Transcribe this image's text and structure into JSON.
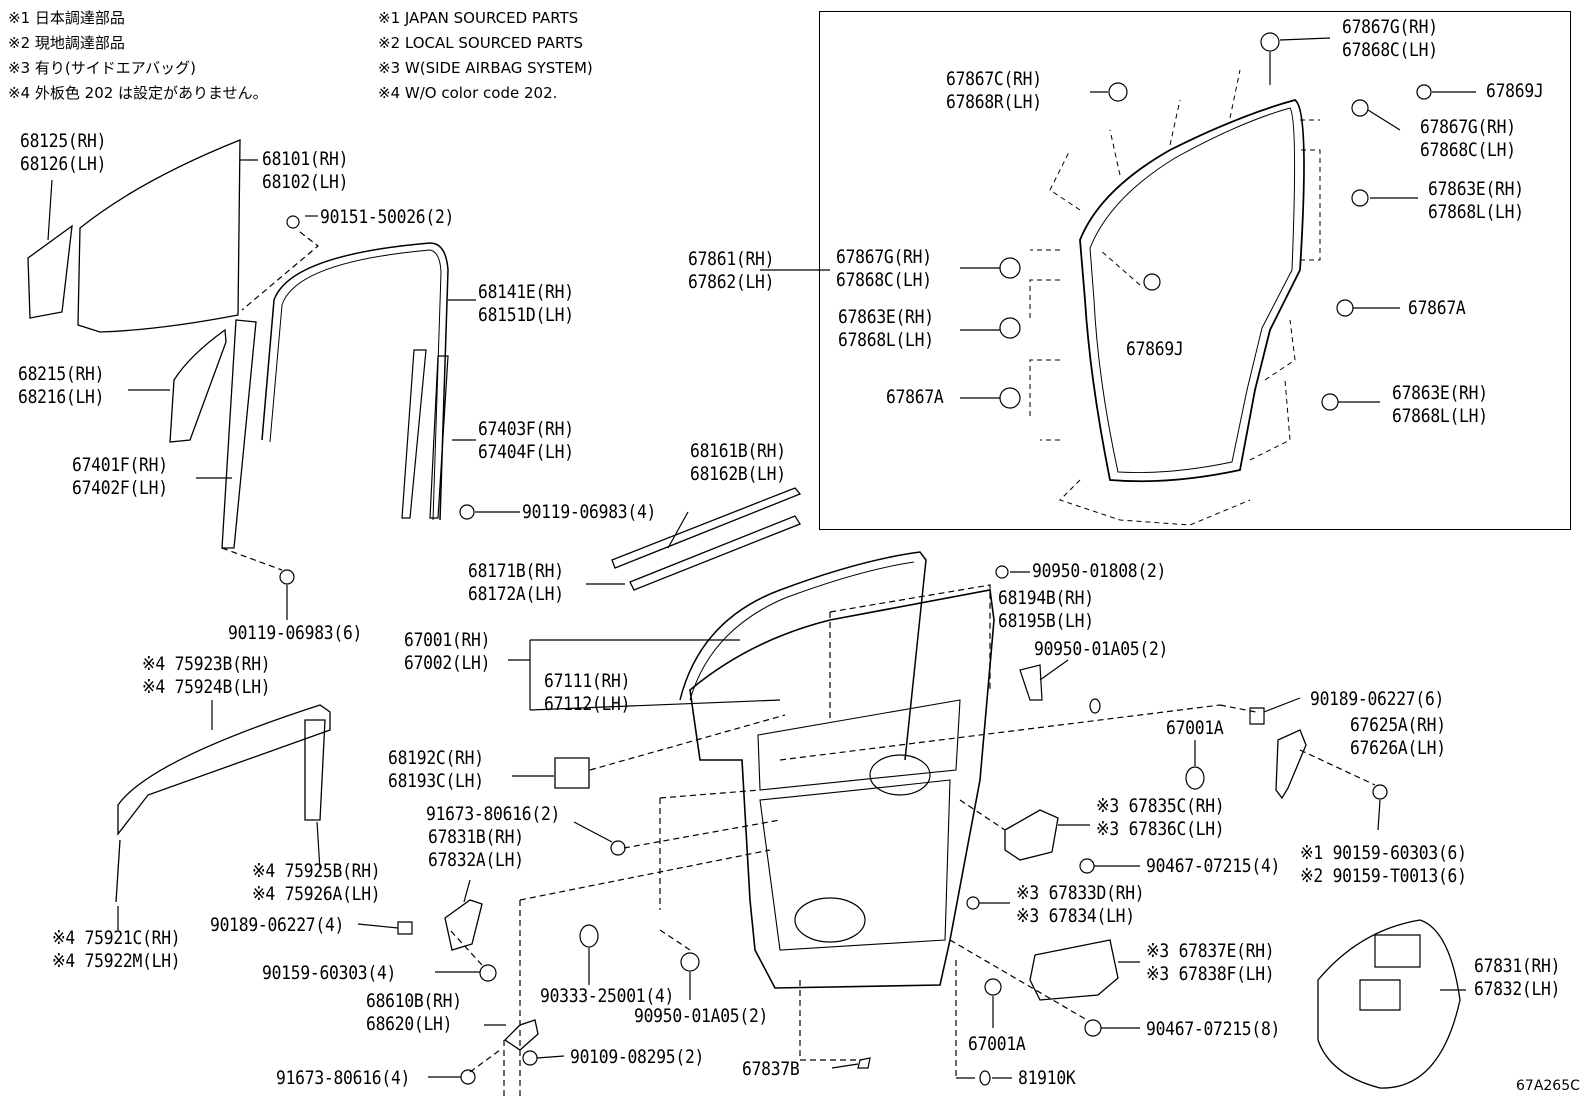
{
  "notes_jp": [
    "※1 日本調達部品",
    "※2 現地調達部品",
    "※3 有り(サイドエアバッグ)",
    "※4 外板色  202  は設定がありません。"
  ],
  "notes_en": [
    "※1 JAPAN SOURCED PARTS",
    "※2 LOCAL SOURCED PARTS",
    "※3 W(SIDE AIRBAG SYSTEM)",
    "※4 W/O color code 202."
  ],
  "diagram_code": "67A265C",
  "callouts": {
    "p68125": [
      "68125(RH)",
      "68126(LH)"
    ],
    "p68101": [
      "68101(RH)",
      "68102(LH)"
    ],
    "p90151": [
      "90151-50026(2)"
    ],
    "p68141": [
      "68141E(RH)",
      "68151D(LH)"
    ],
    "p68215": [
      "68215(RH)",
      "68216(LH)"
    ],
    "p67403": [
      "67403F(RH)",
      "67404F(LH)"
    ],
    "p67401": [
      "67401F(RH)",
      "67402F(LH)"
    ],
    "p68161": [
      "68161B(RH)",
      "68162B(LH)"
    ],
    "p90119a": [
      "90119-06983(4)"
    ],
    "p68171": [
      "68171B(RH)",
      "68172A(LH)"
    ],
    "p90119b": [
      "90119-06983(6)"
    ],
    "p67001": [
      "67001(RH)",
      "67002(LH)"
    ],
    "p75923": [
      "※4 75923B(RH)",
      "※4 75924B(LH)"
    ],
    "p67111": [
      "67111(RH)",
      "67112(LH)"
    ],
    "p90950a": [
      "90950-01808(2)"
    ],
    "p68194": [
      "68194B(RH)",
      "68195B(LH)"
    ],
    "p90950b": [
      "90950-01A05(2)"
    ],
    "p68192": [
      "68192C(RH)",
      "68193C(LH)"
    ],
    "p91673a": [
      "91673-80616(2)"
    ],
    "p67831b": [
      "67831B(RH)",
      "67832A(LH)"
    ],
    "p90189a": [
      "90189-06227(6)"
    ],
    "p67001a1": [
      "67001A"
    ],
    "p67625": [
      "67625A(RH)",
      "67626A(LH)"
    ],
    "p67835": [
      "※3 67835C(RH)",
      "※3 67836C(LH)"
    ],
    "p90467a": [
      "90467-07215(4)"
    ],
    "p90159a": [
      "※1 90159-60303(6)",
      "※2 90159-T0013(6)"
    ],
    "p75925": [
      "※4 75925B(RH)",
      "※4 75926A(LH)"
    ],
    "p90189b": [
      "90189-06227(4)"
    ],
    "p67833": [
      "※3 67833D(RH)",
      "※3 67834(LH)"
    ],
    "p75921": [
      "※4 75921C(RH)",
      "※4 75922M(LH)"
    ],
    "p67837e": [
      "※3 67837E(RH)",
      "※3 67838F(LH)"
    ],
    "p67831": [
      "67831(RH)",
      "67832(LH)"
    ],
    "p90159b": [
      "90159-60303(4)"
    ],
    "p90333": [
      "90333-25001(4)"
    ],
    "p90950c": [
      "90950-01A05(2)"
    ],
    "p68610": [
      "68610B(RH)",
      "68620(LH)"
    ],
    "p90109": [
      "90109-08295(2)"
    ],
    "p90467b": [
      "90467-07215(8)"
    ],
    "p67001a2": [
      "67001A"
    ],
    "p91673b": [
      "91673-80616(4)"
    ],
    "p67837b": [
      "67837B"
    ],
    "p81910": [
      "81910K"
    ],
    "i67867c": [
      "67867C(RH)",
      "67868R(LH)"
    ],
    "i67867g1": [
      "67867G(RH)",
      "67868C(LH)"
    ],
    "i67869j1": [
      "67869J"
    ],
    "i67867g2": [
      "67867G(RH)",
      "67868C(LH)"
    ],
    "i67863e1": [
      "67863E(RH)",
      "67868L(LH)"
    ],
    "i67861": [
      "67861(RH)",
      "67862(LH)"
    ],
    "i67867g3": [
      "67867G(RH)",
      "67868C(LH)"
    ],
    "i67867a1": [
      "67867A"
    ],
    "i67863e2": [
      "67863E(RH)",
      "67868L(LH)"
    ],
    "i67869j2": [
      "67869J"
    ],
    "i67867a2": [
      "67867A"
    ],
    "i67863e3": [
      "67863E(RH)",
      "67868L(LH)"
    ]
  }
}
